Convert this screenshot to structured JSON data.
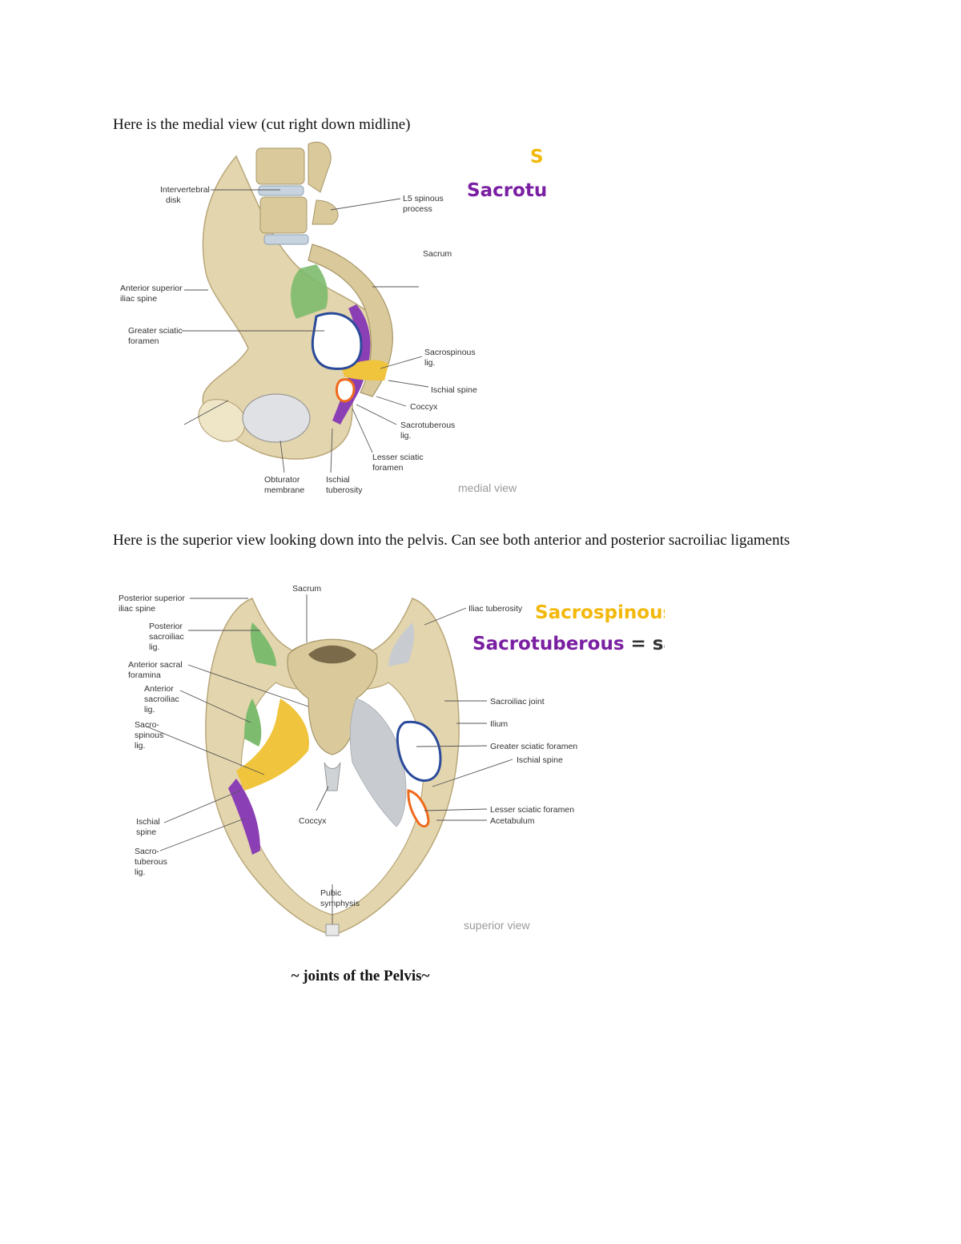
{
  "paragraphs": {
    "medial_intro": "Here is the medial view (cut right down midline)",
    "superior_intro": "Here is the superior view looking down into the pelvis. Can see both anterior and posterior sacroiliac ligaments"
  },
  "medial_figure": {
    "overlay_top": "S",
    "overlay_bottom": "Sacrotu",
    "caption": "medial view",
    "labels": {
      "intervertebral_1": "Intervertebral",
      "intervertebral_2": "disk",
      "l5_1": "L5 spinous",
      "l5_2": "process",
      "sacrum": "Sacrum",
      "asis_1": "Anterior superior",
      "asis_2": "iliac spine",
      "gsf_1": "Greater sciatic",
      "gsf_2": "foramen",
      "sacrospinous_1": "Sacrospinous",
      "sacrospinous_2": "lig.",
      "ischial_spine": "Ischial spine",
      "coccyx": "Coccyx",
      "sacrotuberous_1": "Sacrotuberous",
      "sacrotuberous_2": "lig.",
      "lsf_1": "Lesser sciatic",
      "lsf_2": "foramen",
      "obturator_1": "Obturator",
      "obturator_2": "membrane",
      "ischial_tub_1": "Ischial",
      "ischial_tub_2": "tuberosity"
    }
  },
  "superior_figure": {
    "overlay_top": "Sacrospinous",
    "overlay_bottom_a": "Sacrotuberous",
    "overlay_bottom_b": " = sa",
    "caption": "superior view",
    "labels": {
      "sacrum": "Sacrum",
      "psis_1": "Posterior superior",
      "psis_2": "iliac spine",
      "psl_1": "Posterior",
      "psl_2": "sacroiliac",
      "psl_3": "lig.",
      "asf_1": "Anterior sacral",
      "asf_2": "foramina",
      "asl_1": "Anterior",
      "asl_2": "sacroiliac",
      "asl_3": "lig.",
      "ssp_1": "Sacro-",
      "ssp_2": "spinous",
      "ssp_3": "lig.",
      "ischial_spine_l_1": "Ischial",
      "ischial_spine_l_2": "spine",
      "stb_1": "Sacro-",
      "stb_2": "tuberous",
      "stb_3": "lig.",
      "coccyx": "Coccyx",
      "pubic_1": "Pubic",
      "pubic_2": "symphysis",
      "iliac_tuberosity": "Iliac tuberosity",
      "si_joint": "Sacroiliac joint",
      "ilium": "Ilium",
      "gsf": "Greater sciatic foramen",
      "ischial_spine_r": "Ischial spine",
      "lsf": "Lesser sciatic foramen",
      "acetabulum": "Acetabulum"
    }
  },
  "section_title": "~ joints of the Pelvis~",
  "colors": {
    "bone": "#e3d5ad",
    "bone_dark": "#cbb98a",
    "sacrospinous": "#f0c43c",
    "sacrotuberous": "#8b3fb5",
    "anterior_si": "#7dbb6e",
    "ligament_gray": "#c8ccd0",
    "foramen_blue": "#2a4a9a",
    "foramen_orange": "#ef6a1c"
  }
}
